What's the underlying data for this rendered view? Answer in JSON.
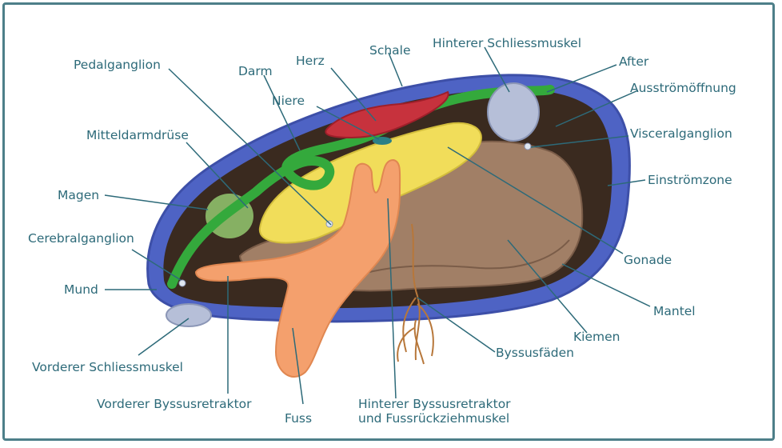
{
  "colors": {
    "frame": "#4d7f89",
    "label": "#2d6a79",
    "shell_outer": "#4e63c4",
    "mantle_cavity": "#3a2a1f",
    "gills": "#a17f66",
    "gonad": "#f1dd5a",
    "foot": "#f4a06d",
    "gut": "#34a93c",
    "heart": "#c7323d",
    "muscle": "#b6bfd8",
    "byssus": "#b7773a"
  },
  "labels": {
    "schale": "Schale",
    "hinterer_schliessmuskel": "Hinterer Schliessmuskel",
    "herz": "Herz",
    "pedalganglion": "Pedalganglion",
    "darm": "Darm",
    "after": "After",
    "ausstroemoeffnung": "Ausströmöffnung",
    "niere": "Niere",
    "mitteldarmdruese": "Mitteldarmdrüse",
    "visceralganglion": "Visceralganglion",
    "einstroemzone": "Einströmzone",
    "magen": "Magen",
    "cerebralganglion": "Cerebralganglion",
    "gonade": "Gonade",
    "mund": "Mund",
    "mantel": "Mantel",
    "kiemen": "Kiemen",
    "vorderer_schliessmuskel": "Vorderer Schliessmuskel",
    "byssusfaeden": "Byssusfäden",
    "vorderer_byssusretraktor": "Vorderer Byssusretraktor",
    "hinterer_byssusretraktor_1": "Hinterer Byssusretraktor",
    "hinterer_byssusretraktor_2": "und Fussrückziehmuskel",
    "fuss": "Fuss"
  }
}
